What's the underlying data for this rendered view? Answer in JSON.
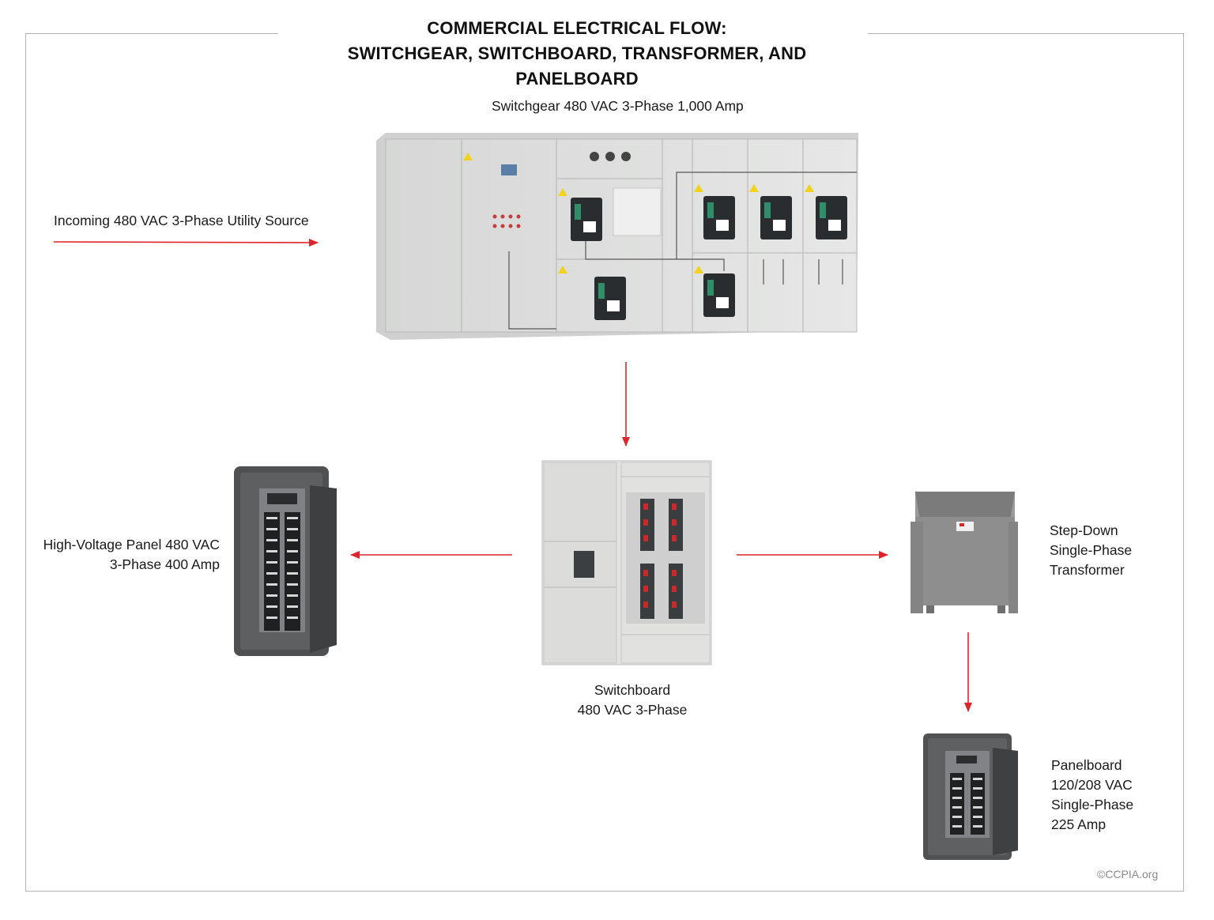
{
  "title": {
    "line1": "COMMERCIAL ELECTRICAL FLOW:",
    "line2": "SWITCHGEAR, SWITCHBOARD, TRANSFORMER, AND PANELBOARD"
  },
  "nodes": {
    "switchgear": {
      "label": "Switchgear 480 VAC 3-Phase 1,000 Amp"
    },
    "utility_source": {
      "label": "Incoming 480 VAC 3-Phase Utility Source"
    },
    "switchboard": {
      "line1": "Switchboard",
      "line2": "480 VAC 3-Phase"
    },
    "high_voltage_panel": {
      "line1": "High-Voltage Panel 480 VAC",
      "line2": "3-Phase 400 Amp"
    },
    "transformer": {
      "line1": "Step-Down",
      "line2": "Single-Phase",
      "line3": "Transformer"
    },
    "panelboard": {
      "line1": "Panelboard",
      "line2": "120/208 VAC",
      "line3": "Single-Phase",
      "line4": "225 Amp"
    }
  },
  "copyright": "©CCPIA.org",
  "colors": {
    "arrow": "#e0242b",
    "cabinet": "#dcdcdc",
    "panel_dark": "#4a4a4a",
    "transformer": "#8e8e8e",
    "frame": "#b5b5b5"
  }
}
